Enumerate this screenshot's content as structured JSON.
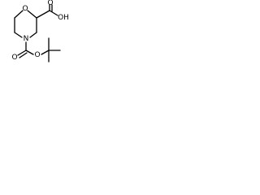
{
  "molecule": {
    "atoms": {
      "ring_oxygen": "O",
      "acid_carbonyl_oxygen": "O",
      "acid_hydroxyl": "OH",
      "ring_nitrogen": "N",
      "boc_ester_oxygen": "O",
      "boc_carbonyl_oxygen": "O"
    }
  }
}
